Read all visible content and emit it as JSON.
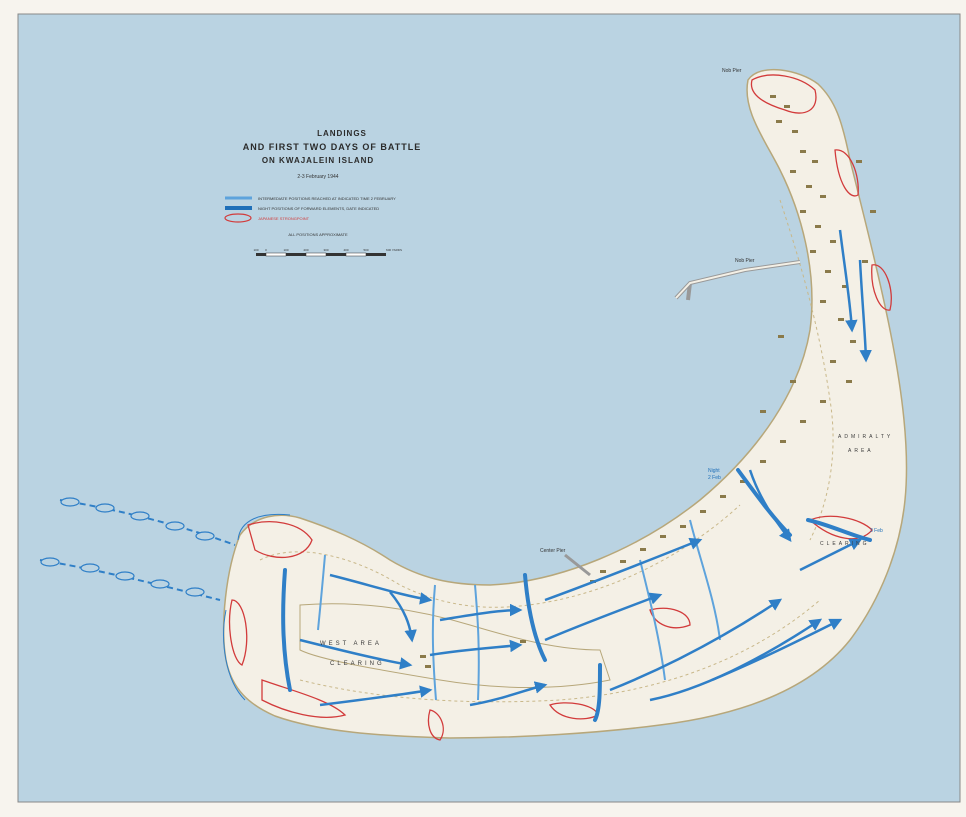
{
  "title": {
    "line1": "LANDINGS",
    "line2": "AND FIRST TWO DAYS OF BATTLE",
    "line3": "ON KWAJALEIN ISLAND",
    "dates": "2-3 February 1944"
  },
  "legend": {
    "items": [
      {
        "label": "INTERMEDIATE POSITIONS REACHED AT INDICATED TIME 2 FEBRUARY",
        "kind": "line-light"
      },
      {
        "label": "NIGHT POSITIONS OF FORWARD ELEMENTS, DATE INDICATED",
        "kind": "line-dark"
      },
      {
        "label": "JAPANESE STRONGPOINT",
        "kind": "strongpoint",
        "swatch_text": ""
      }
    ],
    "note": "ALL POSITIONS APPROXIMATE",
    "scale_ticks": [
      "100",
      "0",
      "100",
      "200",
      "300",
      "400",
      "500",
      "600 YARDS"
    ],
    "scale_label": ""
  },
  "map_labels": {
    "north_point": "Nob Pier",
    "nob_pier": "Nob Pier",
    "center_pier": "Center Pier",
    "admiralty_area": "ADMIRALTY",
    "area_label": "AREA",
    "clearing_west": "CLEARING",
    "clearing_east": "CLEARING",
    "west_area": "WEST AREA",
    "night_label": "Night",
    "time_label_1": "2 Feb",
    "time_label_2": "3 Feb"
  },
  "colors": {
    "water": "#bad3e2",
    "land": "#f4f0e6",
    "position_line": "#2f7fc7",
    "strongpoint": "#d23b3b",
    "building": "#8a7a4a",
    "road": "#c9b88a"
  }
}
